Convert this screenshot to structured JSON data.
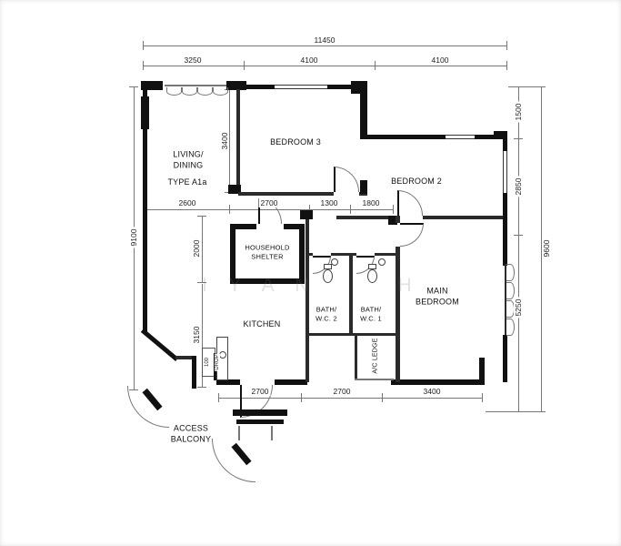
{
  "watermark": {
    "text": "I Y A N      H"
  },
  "rooms": {
    "living_dining": "LIVING/\nDINING",
    "type_label": "TYPE A1a",
    "bedroom3": "BEDROOM 3",
    "bedroom2": "BEDROOM 2",
    "main_bedroom": "MAIN\nBEDROOM",
    "household_shelter": "HOUSEHOLD\nSHELTER",
    "kitchen": "KITCHEN",
    "bath_wc2": "BATH/\nW.C. 2",
    "bath_wc1": "BATH/\nW.C. 1",
    "ac_ledge": "A/C LEDGE",
    "access_balcony": "ACCESS\nBALCONY"
  },
  "dimensions": {
    "overall_width": "11450",
    "top_segments": [
      "3250",
      "4100",
      "4100"
    ],
    "left_height": "9100",
    "right_height": "9600",
    "right_segments": [
      "1500",
      "2850",
      "5250"
    ],
    "mid_segments": [
      "2600",
      "2700",
      "1300",
      "1800"
    ],
    "bedroom3_depth": "3400",
    "inner_left_upper": "2000",
    "inner_left_lower": "3150",
    "bottom_segments": [
      "2700",
      "2700",
      "3400"
    ],
    "drop_value": "100",
    "drop_label": "DROP"
  }
}
